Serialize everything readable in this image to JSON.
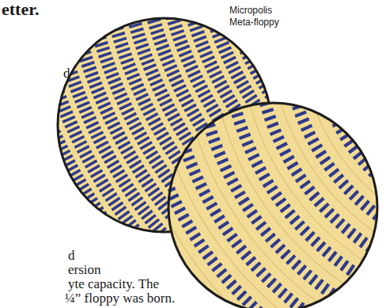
{
  "diagram": {
    "labels": [
      "etter.",
      "d",
      "Micropolis Meta-floppy",
      "d",
      "ersion",
      "yte capacity. The",
      "¼” floppy was born."
    ]
  }
}
